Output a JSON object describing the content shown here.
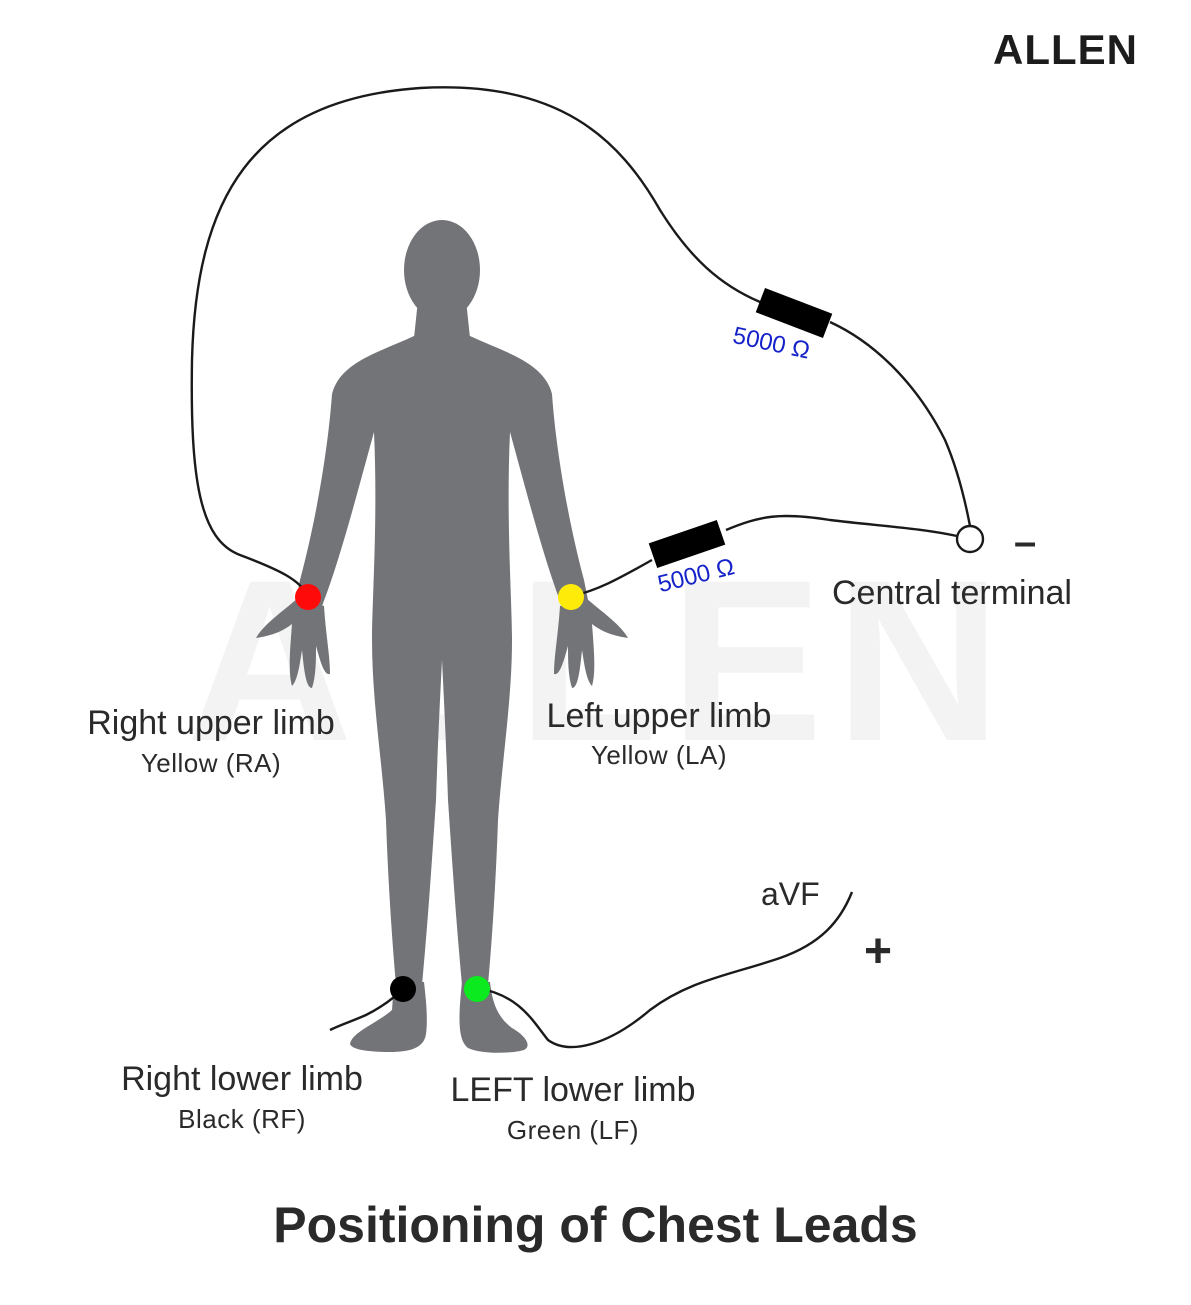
{
  "brand": {
    "name": "ALLEN",
    "watermark": "ALLEN"
  },
  "title": "Positioning of Chest Leads",
  "electrodes": {
    "right_upper": {
      "name": "Right upper limb",
      "color_label": "Yellow (RA)",
      "dot_color": "#ff0a0a"
    },
    "left_upper": {
      "name": "Left upper limb",
      "color_label": "Yellow (LA)",
      "dot_color": "#ffeb0a"
    },
    "right_lower": {
      "name": "Right lower limb",
      "color_label": "Black (RF)",
      "dot_color": "#000000"
    },
    "left_lower": {
      "name": "LEFT lower limb",
      "color_label": "Green (LF)",
      "dot_color": "#0aea1f"
    }
  },
  "resistors": {
    "top_value": "5000 Ω",
    "bottom_value": "5000 Ω"
  },
  "terminal": {
    "label": "Central terminal",
    "sign": "–"
  },
  "lead": {
    "label": "aVF",
    "sign": "+"
  },
  "colors": {
    "body": "#737478",
    "wire": "#1a1a1a",
    "resistor_text": "#1522c9",
    "text": "#2a2a2a"
  }
}
